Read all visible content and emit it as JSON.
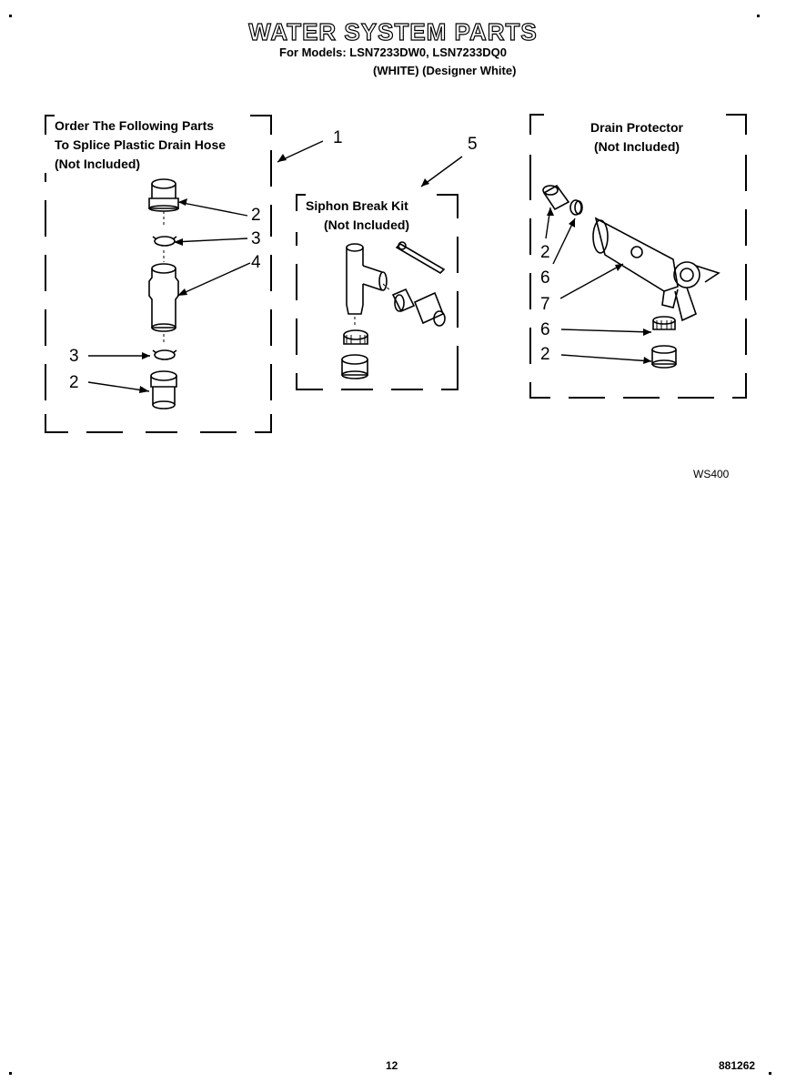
{
  "header": {
    "title": "WATER SYSTEM PARTS",
    "models": "For Models: LSN7233DW0, LSN7233DQ0",
    "colors": "(WHITE)  (Designer White)"
  },
  "groups": {
    "splice": {
      "label_line1": "Order The Following Parts",
      "label_line2": "To Splice Plastic Drain Hose",
      "label_line3": "(Not Included)"
    },
    "siphon": {
      "label_line1": "Siphon Break Kit",
      "label_line2": "(Not Included)"
    },
    "drain": {
      "label_line1": "Drain Protector",
      "label_line2": "(Not Included)"
    }
  },
  "callouts": {
    "group1": "1",
    "group5": "5",
    "splice_coupling_top": "2",
    "splice_clamp_top": "3",
    "splice_connector": "4",
    "splice_clamp_bottom": "3",
    "splice_coupling_bottom": "2",
    "drain_coupling_top": "2",
    "drain_clamp_top": "6",
    "drain_body": "7",
    "drain_clamp_bottom": "6",
    "drain_coupling_bottom": "2"
  },
  "figure_code": "WS400",
  "footer": {
    "page_number": "12",
    "part_number": "881262"
  },
  "colors": {
    "line": "#000000",
    "background": "#ffffff"
  }
}
